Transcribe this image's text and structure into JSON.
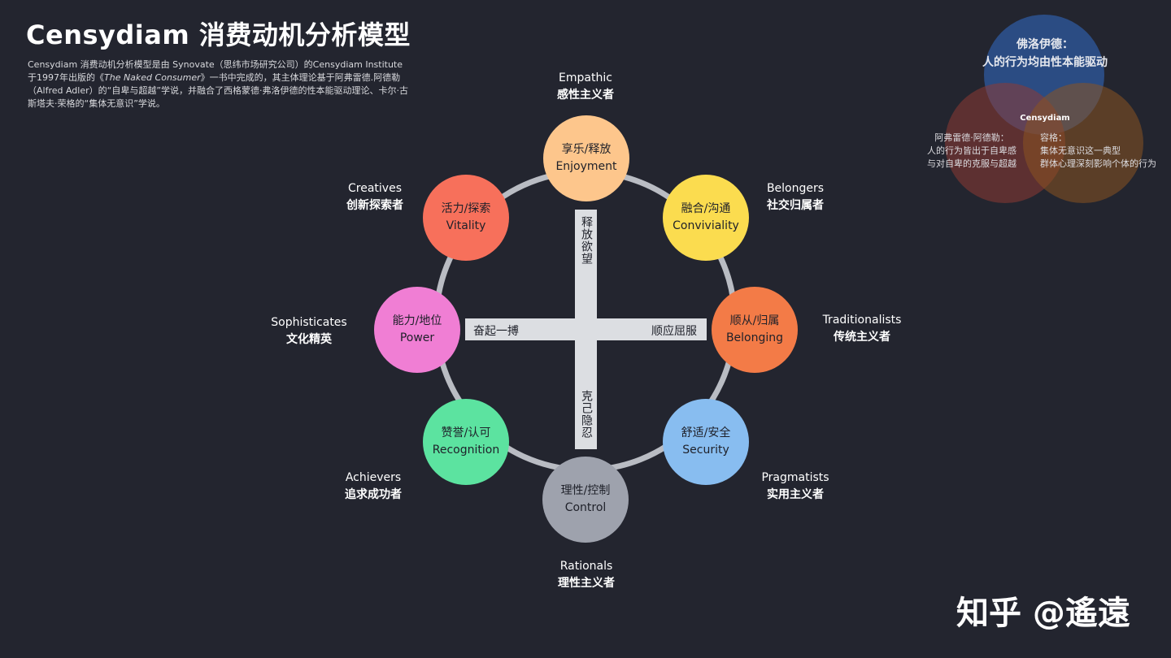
{
  "title": "Censydiam 消费动机分析模型",
  "intro": {
    "p1": "Censydiam 消费动机分析模型是由 Synovate（思纬市场研究公司）的Censydiam Institute于1997年出版的《",
    "book": "The Naked Consumer",
    "p2": "》一书中完成的，其主体理论基于阿弗雷德.阿德勒（Alfred Adler）的“自卑与超越”学说，并融合了西格蒙德·弗洛伊德的性本能驱动理论、卡尔·古斯塔夫·荣格的“集体无意识”学说。"
  },
  "axes": {
    "top": "释放欲望",
    "bottom": "克己隐忍",
    "left": "奋起一搏",
    "right": "顺应屈服"
  },
  "nodes": [
    {
      "cn": "享乐/释放",
      "en": "Enjoyment",
      "color": "#fdc68c",
      "label_en": "Empathic",
      "label_cn": "感性主义者"
    },
    {
      "cn": "融合/沟通",
      "en": "Conviviality",
      "color": "#fbdc4f",
      "label_en": "Belongers",
      "label_cn": "社交归属者"
    },
    {
      "cn": "顺从/归属",
      "en": "Belonging",
      "color": "#f37b47",
      "label_en": "Traditionalists",
      "label_cn": "传统主义者"
    },
    {
      "cn": "舒适/安全",
      "en": "Security",
      "color": "#88bdf0",
      "label_en": "Pragmatists",
      "label_cn": "实用主义者"
    },
    {
      "cn": "理性/控制",
      "en": "Control",
      "color": "#9ea2ad",
      "label_en": "Rationals",
      "label_cn": "理性主义者"
    },
    {
      "cn": "赞誉/认可",
      "en": "Recognition",
      "color": "#5ce3a0",
      "label_en": "Achievers",
      "label_cn": "追求成功者"
    },
    {
      "cn": "能力/地位",
      "en": "Power",
      "color": "#f07ed4",
      "label_en": "Sophisticates",
      "label_cn": "文化精英"
    },
    {
      "cn": "活力/探索",
      "en": "Vitality",
      "color": "#f7705b",
      "label_en": "Creatives",
      "label_cn": "创新探索者"
    }
  ],
  "venn": {
    "freud_title": "佛洛伊德：",
    "freud_text": "人的行为均由性本能驱动",
    "center": "Censydiam",
    "adler_title": "阿弗雷德·阿德勒：",
    "adler_l1": "人的行为皆出于自卑感",
    "adler_l2": "与对自卑的克服与超越",
    "jung_title": "容格：",
    "jung_l1": "集体无意识这一典型",
    "jung_l2": "群体心理深刻影响个体的行为",
    "colors": {
      "freud": "#2f5aa0",
      "adler": "#8e3b33",
      "jung": "#8a5420"
    }
  },
  "watermark": "知乎 @遙遠"
}
